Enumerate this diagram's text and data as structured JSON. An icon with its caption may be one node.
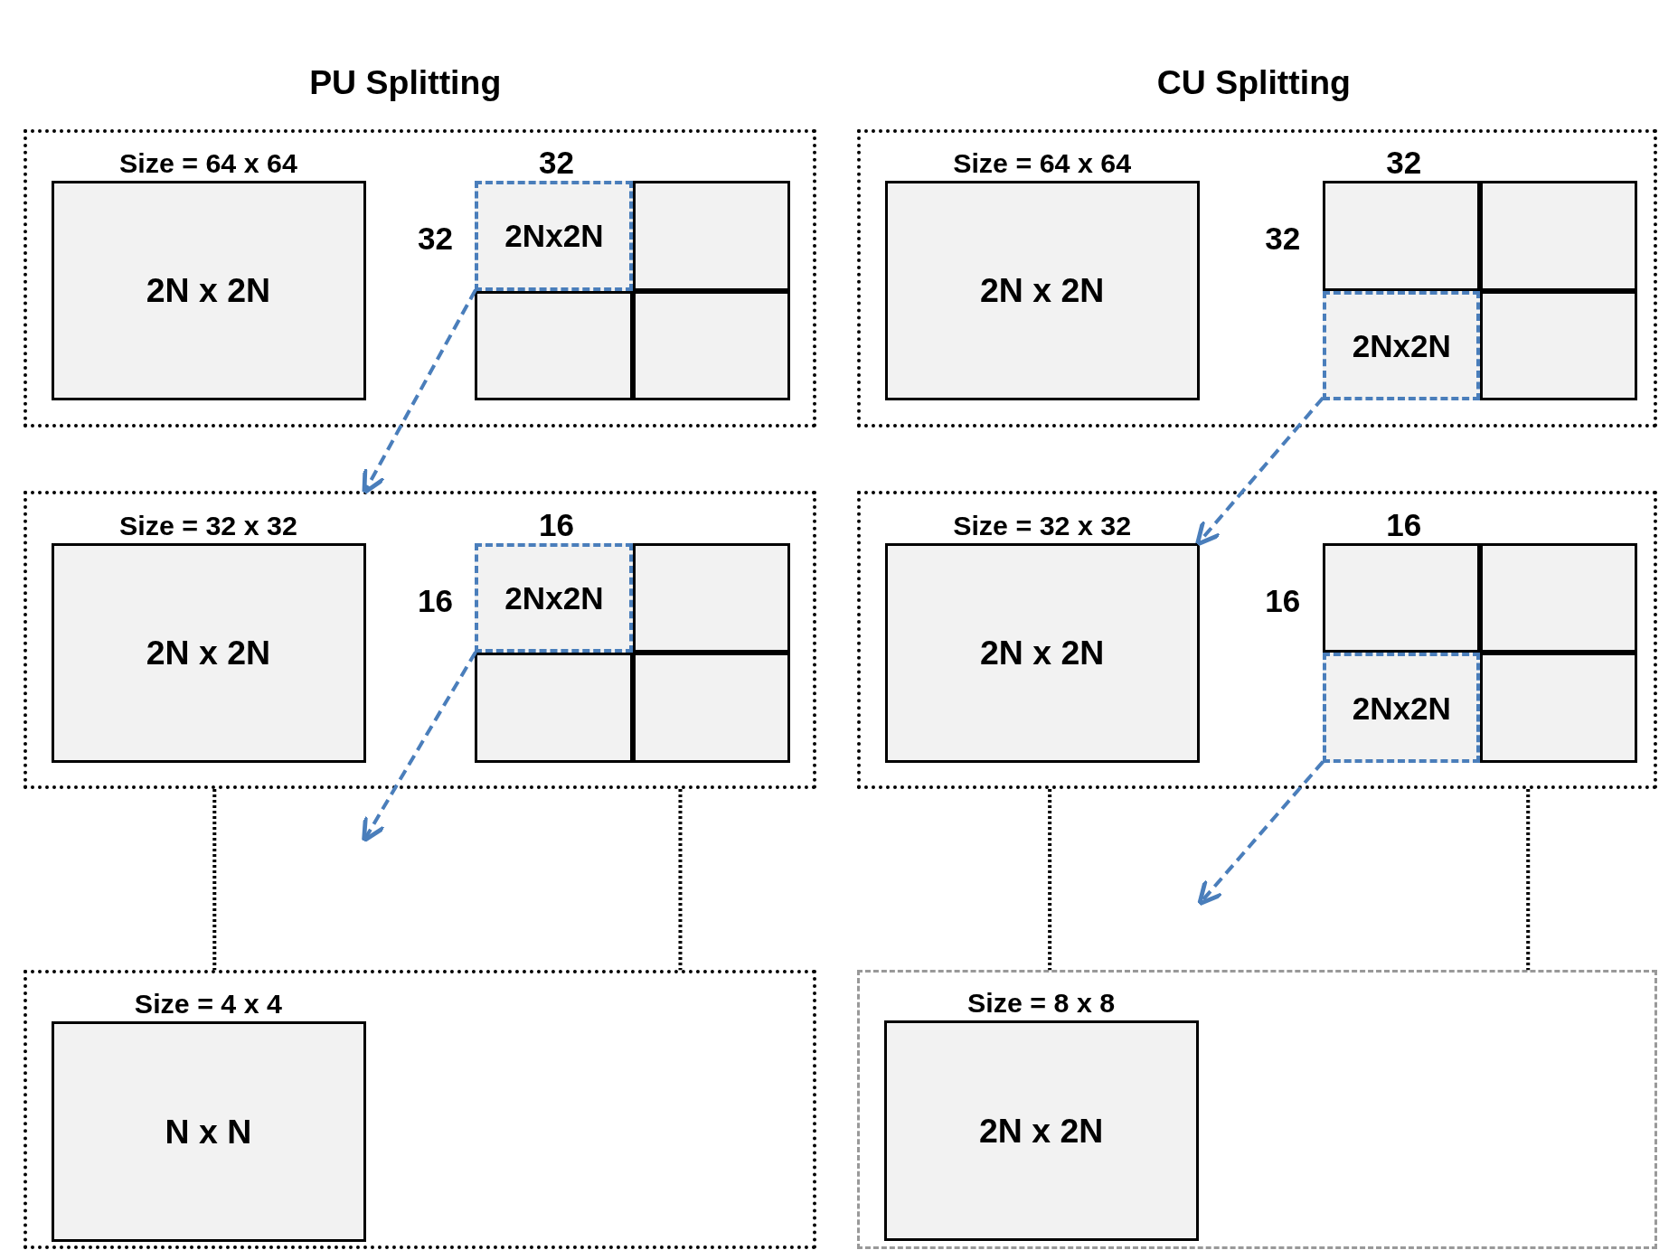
{
  "diagram": {
    "nodes": [
      {
        "text": [],
        "shape": "box"
      },
      {
        "text": [
          "Size = 64 x 64",
          "2N x 2N"
        ],
        "in": 0
      },
      {
        "text": [],
        "shape": "box",
        "beside": [
          "32",
          "32"
        ],
        "in": 0
      },
      {
        "text": [
          "2Nx2N"
        ],
        "in": 2
      },
      {
        "text": [],
        "shape": "box",
        "in": 2
      },
      {
        "text": [],
        "shape": "box",
        "in": 2
      },
      {
        "text": [],
        "shape": "box",
        "in": 2
      },
      {
        "text": [],
        "shape": "box"
      },
      {
        "text": [
          "Size = 32 x 32",
          "2N x 2N"
        ],
        "in": 7
      },
      {
        "text": [],
        "shape": "box",
        "beside": [
          "16",
          "16"
        ],
        "in": 7
      },
      {
        "text": [
          "2Nx2N"
        ],
        "in": 9
      },
      {
        "text": [],
        "shape": "box",
        "in": 9
      },
      {
        "text": [],
        "shape": "box",
        "in": 9
      },
      {
        "text": [],
        "shape": "box",
        "in": 9
      },
      {
        "text": [],
        "shape": "box"
      },
      {
        "text": [
          "Size = 4 x 4",
          "N x N"
        ],
        "in": 14
      },
      {
        "text": [],
        "shape": "box"
      },
      {
        "text": [
          "Size = 64 x 64",
          "2N x 2N"
        ],
        "in": 16
      },
      {
        "text": [],
        "shape": "box",
        "beside": [
          "32",
          "32"
        ],
        "in": 16
      },
      {
        "text": [],
        "shape": "box",
        "in": 18
      },
      {
        "text": [],
        "shape": "box",
        "in": 18
      },
      {
        "text": [
          "2Nx2N"
        ],
        "in": 18
      },
      {
        "text": [],
        "shape": "box",
        "in": 18
      },
      {
        "text": [],
        "shape": "box"
      },
      {
        "text": [
          "Size = 32 x 32",
          "2N x 2N"
        ],
        "in": 23
      },
      {
        "text": [],
        "shape": "box",
        "beside": [
          "16",
          "16"
        ],
        "in": 23
      },
      {
        "text": [],
        "shape": "box",
        "in": 25
      },
      {
        "text": [],
        "shape": "box",
        "in": 25
      },
      {
        "text": [
          "2Nx2N"
        ],
        "in": 25
      },
      {
        "text": [],
        "shape": "box",
        "in": 25
      },
      {
        "text": [],
        "shape": "box"
      },
      {
        "text": [
          "Size = 8 x 8",
          "2N x 2N"
        ],
        "in": 30
      }
    ],
    "edges": [
      {
        "from": 3,
        "to": 7,
        "arrow": "to",
        "style": "dashed",
        "color": "#4a7ebb"
      },
      {
        "from": 10,
        "to": null,
        "arrow": "to",
        "style": "dashed",
        "color": "#4a7ebb"
      },
      {
        "from": 7,
        "to": 14,
        "arrow": "none",
        "style": "dashed",
        "color": "#000000"
      },
      {
        "from": 7,
        "to": 14,
        "arrow": "none",
        "style": "dashed",
        "color": "#000000"
      },
      {
        "from": 21,
        "to": 24,
        "arrow": "to",
        "style": "dashed",
        "color": "#4a7ebb"
      },
      {
        "from": 28,
        "to": null,
        "arrow": "to",
        "style": "dashed",
        "color": "#4a7ebb"
      },
      {
        "from": 23,
        "to": 30,
        "arrow": "none",
        "style": "dashed",
        "color": "#000000"
      },
      {
        "from": 23,
        "to": 30,
        "arrow": "none",
        "style": "dashed",
        "color": "#000000"
      }
    ],
    "labels": [
      "PU Splitting",
      "CU Splitting"
    ]
  }
}
